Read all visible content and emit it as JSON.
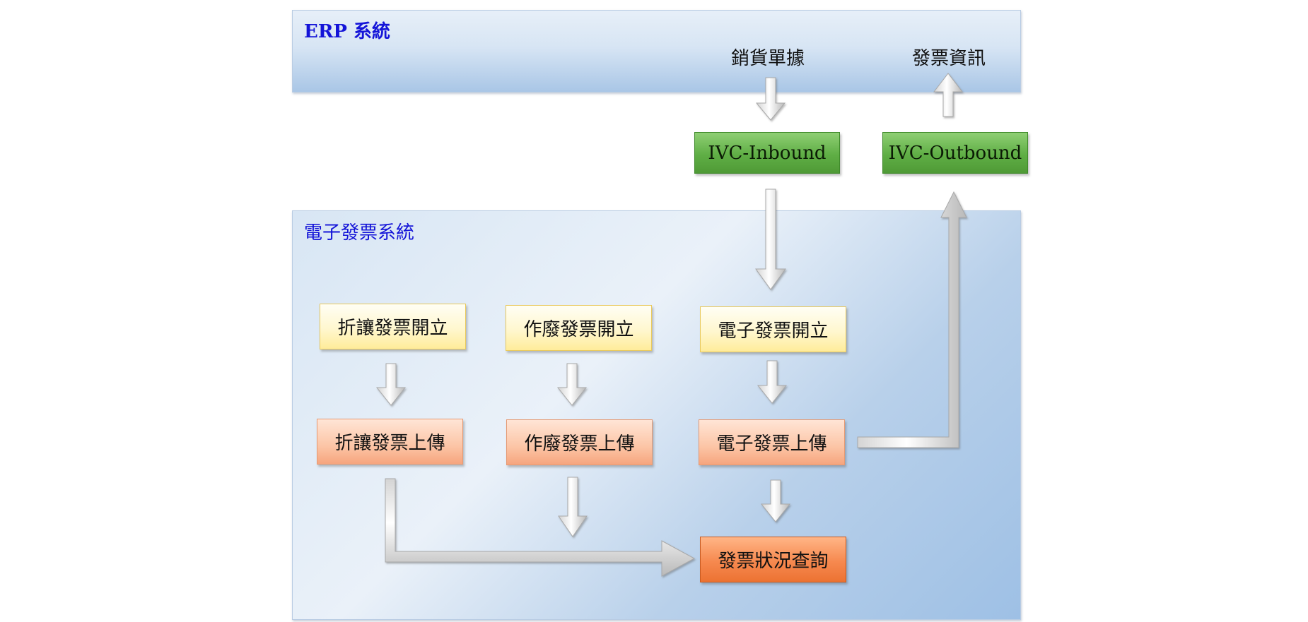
{
  "erp": {
    "title": "ERP 系統"
  },
  "einv": {
    "title": "電子發票系統"
  },
  "labels": {
    "sales_docs": "銷貨單據",
    "invoice_info": "發票資訊"
  },
  "boxes": {
    "ivc_inbound": "IVC-Inbound",
    "ivc_outbound": "IVC-Outbound",
    "discount_issue": "折讓發票開立",
    "void_issue": "作廢發票開立",
    "einvoice_issue": "電子發票開立",
    "discount_upload": "折讓發票上傳",
    "void_upload": "作廢發票上傳",
    "einvoice_upload": "電子發票上傳",
    "status_query": "發票狀況查詢"
  },
  "colors": {
    "title_blue": "#1414d8",
    "green_box": "#5fae45",
    "yellow_box": "#fff7cf",
    "salmon_box": "#fcc5a6",
    "orange_box": "#f6894f"
  }
}
